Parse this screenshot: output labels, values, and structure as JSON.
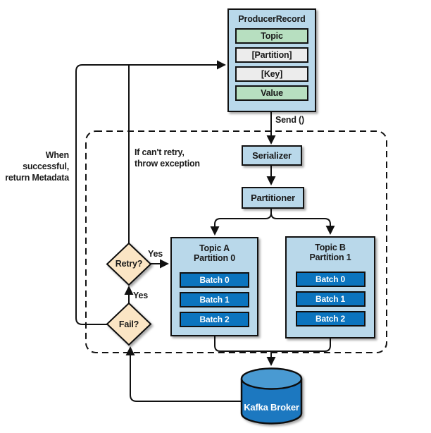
{
  "producer_record": {
    "title": "ProducerRecord",
    "fields": [
      "Topic",
      "[Partition]",
      "[Key]",
      "Value"
    ]
  },
  "flow": {
    "send_label": "Send ()",
    "serializer_label": "Serializer",
    "partitioner_label": "Partitioner"
  },
  "queues": [
    {
      "title_line1": "Topic A",
      "title_line2": "Partition 0",
      "batches": [
        "Batch 0",
        "Batch 1",
        "Batch 2"
      ]
    },
    {
      "title_line1": "Topic B",
      "title_line2": "Partition 1",
      "batches": [
        "Batch 0",
        "Batch 1",
        "Batch 2"
      ]
    }
  ],
  "decisions": {
    "retry_label": "Retry?",
    "fail_label": "Fail?",
    "retry_yes_label": "Yes",
    "fail_yes_label": "Yes"
  },
  "annotations": {
    "success_line1": "When successful,",
    "success_line2": "return Metadata",
    "cant_retry_line1": "If can't retry,",
    "cant_retry_line2": "throw exception"
  },
  "broker": {
    "label": "Kafka Broker"
  },
  "colors": {
    "container_blue": "#b9d8ea",
    "field_green": "#b7dfc0",
    "field_gray": "#ececec",
    "batch_blue": "#0b74be",
    "decision_peach": "#fbe5c4",
    "broker_body_blue": "#1e78c0",
    "broker_top_blue": "#4a9ad2",
    "line_black": "#111111"
  }
}
